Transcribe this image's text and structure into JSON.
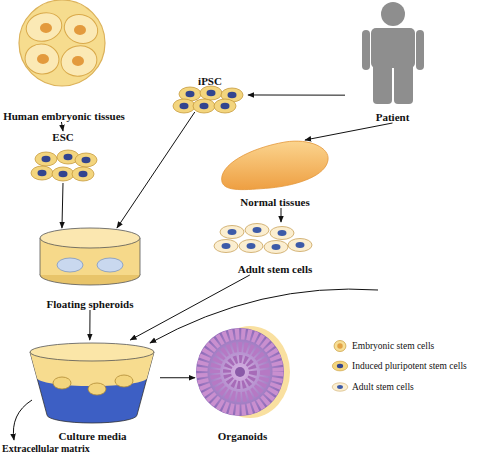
{
  "diagram": {
    "nodes": [
      {
        "text": [
          "Human embryonic tissues"
        ]
      },
      {
        "text": [
          "Patient"
        ]
      },
      {
        "text": [
          "iPSC"
        ]
      },
      {
        "text": [
          "ESC"
        ]
      },
      {
        "text": [
          "Normal tissues"
        ]
      },
      {
        "text": [
          "Adult stem cells"
        ]
      },
      {
        "text": [
          "Floating spheroids"
        ]
      },
      {
        "text": [
          "Culture media"
        ]
      },
      {
        "text": [
          "Organoids"
        ]
      }
    ],
    "edges": [
      {
        "from": 0,
        "to": 3,
        "arrow": "to"
      },
      {
        "from": 3,
        "to": 6,
        "arrow": "to"
      },
      {
        "from": 1,
        "to": 2,
        "arrow": "to"
      },
      {
        "from": 1,
        "to": 4,
        "arrow": "to"
      },
      {
        "from": 2,
        "to": 6,
        "arrow": "to"
      },
      {
        "from": 4,
        "to": 5,
        "arrow": "to"
      },
      {
        "from": 5,
        "to": 7,
        "arrow": "to"
      },
      {
        "from": 6,
        "to": 7,
        "arrow": "to"
      },
      {
        "from": 7,
        "to": 8,
        "arrow": "to"
      }
    ],
    "labels": [
      "Extracellular matrix"
    ],
    "legend": [
      {
        "text": "Embryonic stem cells"
      },
      {
        "text": "Induced pluripotent stem cells"
      },
      {
        "text": "Adult stem cells"
      }
    ]
  }
}
